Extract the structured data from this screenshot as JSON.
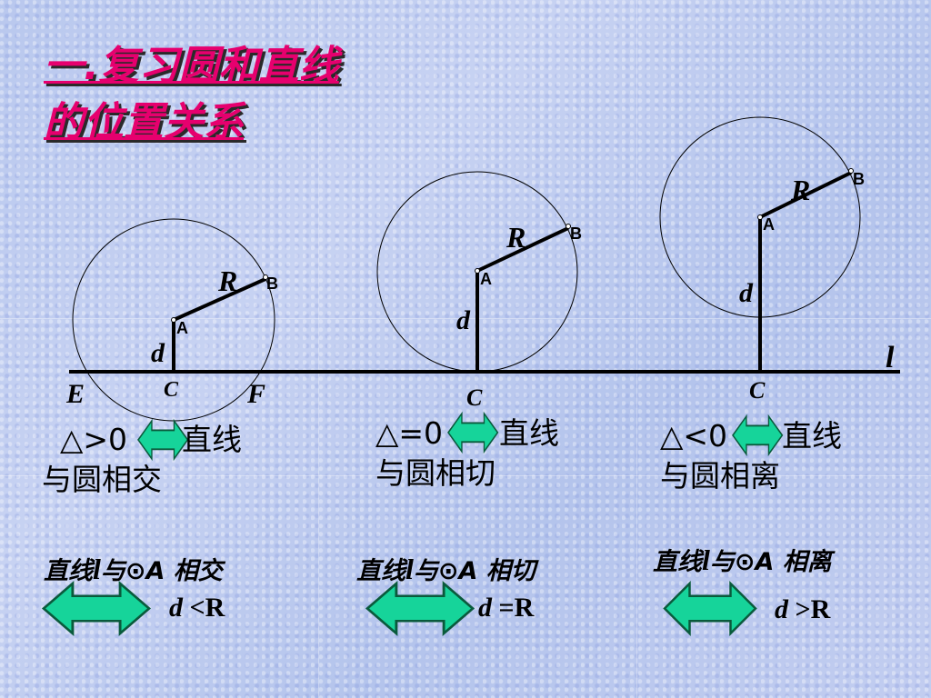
{
  "title": {
    "line1": "一.复习圆和直线",
    "line2": "的位置关系"
  },
  "line_label": "l",
  "diagrams": [
    {
      "labels": {
        "E": "E",
        "F": "F",
        "C": "C",
        "A": "A",
        "B": "B",
        "R": "R",
        "d": "d"
      }
    },
    {
      "labels": {
        "C": "C",
        "A": "A",
        "B": "B",
        "R": "R",
        "d": "d"
      }
    },
    {
      "labels": {
        "C": "C",
        "A": "A",
        "B": "B",
        "R": "R",
        "d": "d"
      }
    }
  ],
  "conditions": [
    {
      "delta": "△>0",
      "text_a": "直线",
      "text_b": "与圆相交"
    },
    {
      "delta": "△=0",
      "text_a": "直线",
      "text_b": "与圆相切"
    },
    {
      "delta": "△<0",
      "text_a": "直线",
      "text_b": "与圆相离"
    }
  ],
  "relations": [
    {
      "pre": "直线",
      "l": "l",
      "post": "与⊙A 相交",
      "d": "d",
      "rel": " <R"
    },
    {
      "pre": "直线",
      "l": "l",
      "post": "与⊙A 相切",
      "d": "d",
      "rel": " =R"
    },
    {
      "pre": "直线",
      "l": "l",
      "post": "与⊙A 相离",
      "d": "d",
      "rel": " >R"
    }
  ],
  "colors": {
    "title": "#e6006e",
    "arrow_fill": "#16d49a",
    "arrow_stroke": "#0a5a3c"
  }
}
